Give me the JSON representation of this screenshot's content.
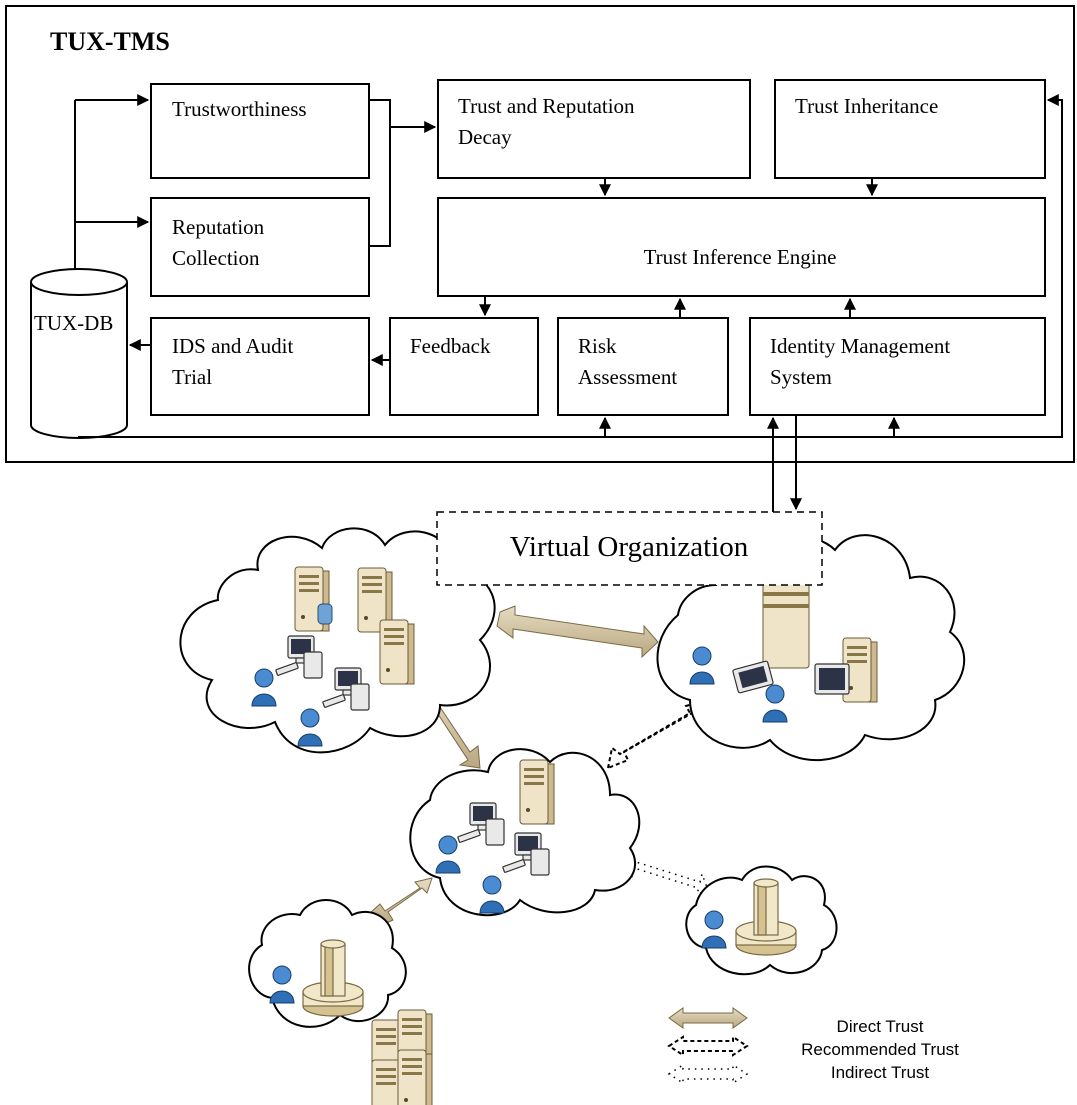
{
  "system": {
    "title": "TUX-TMS",
    "database": "TUX-DB",
    "modules": {
      "trustworthiness": [
        "Trustworthiness"
      ],
      "reputation_collection": [
        "Reputation",
        "Collection"
      ],
      "decay": [
        "Trust and Reputation",
        "Decay"
      ],
      "inheritance": [
        "Trust Inheritance"
      ],
      "inference": [
        "Trust Inference Engine"
      ],
      "ids": [
        "IDS and Audit",
        "Trial"
      ],
      "feedback": [
        "Feedback"
      ],
      "risk": [
        "Risk",
        "Assessment"
      ],
      "identity": [
        "Identity Management",
        "System"
      ]
    }
  },
  "network": {
    "virtual_org": "Virtual Organization"
  },
  "legend": {
    "direct": "Direct Trust",
    "recommended": "Recommended Trust",
    "indirect": "Indirect Trust"
  }
}
